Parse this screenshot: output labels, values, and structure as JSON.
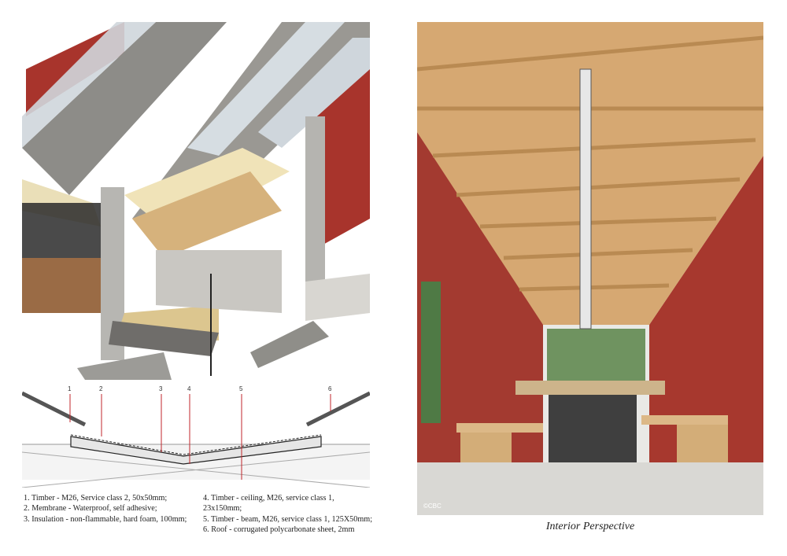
{
  "section_callouts": [
    "1",
    "2",
    "3",
    "4",
    "5",
    "6"
  ],
  "legend": {
    "left": [
      "1. Timber - M26, Service class 2, 50x50mm;",
      "2. Membrane - Waterproof, self adhesive;",
      "3. Insulation - non-flammable, hard foam, 100mm;"
    ],
    "right": [
      "4. Timber - ceiling, M26, service class 1, 23x150mm;",
      "5. Timber - beam, M26, service class 1, 125X50mm;",
      "6. Roof - corrugated polycarbonate sheet, 2mm"
    ]
  },
  "photo": {
    "watermark": "©CBC",
    "caption": "Interior Perspective"
  },
  "colors": {
    "wall_red": "#a8342c",
    "timber": "#d9b27a",
    "callout_red": "#c0262b"
  }
}
